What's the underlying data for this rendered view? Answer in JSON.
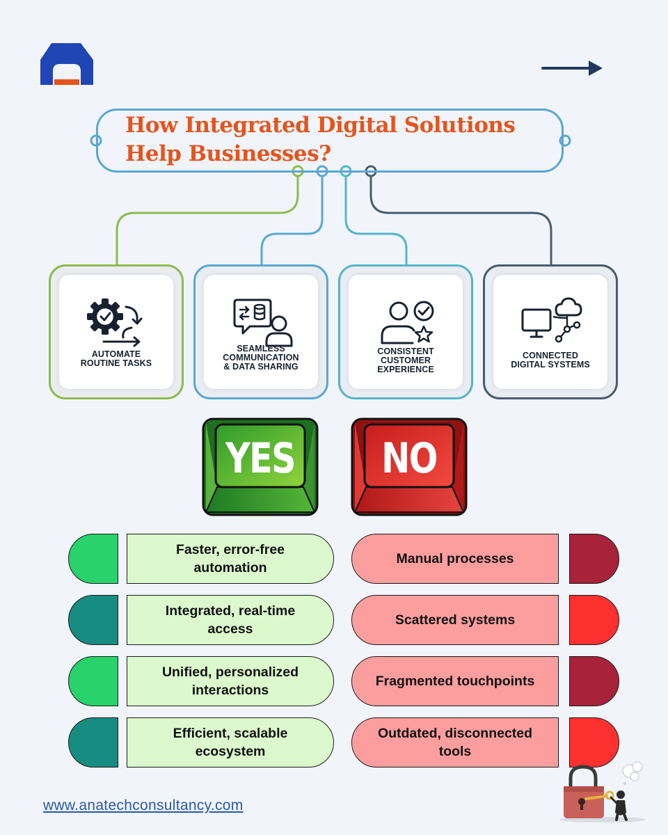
{
  "title": "How Integrated Digital Solutions Help Businesses?",
  "cards": [
    {
      "label": "AUTOMATE\nROUTINE TASKS",
      "icon": "gear-check-icon",
      "color": "#8dbb4e"
    },
    {
      "label": "SEAMLESS\nCOMMUNICATION\n& DATA SHARING",
      "icon": "chat-user-icon",
      "color": "#5aa7cf"
    },
    {
      "label": "CONSISTENT\nCUSTOMER\nEXPERIENCE",
      "icon": "user-star-icon",
      "color": "#55b5c8"
    },
    {
      "label": "CONNECTED\nDIGITAL SYSTEMS",
      "icon": "monitor-cloud-icon",
      "color": "#4a5b6e"
    }
  ],
  "keys": {
    "yes": "YES",
    "no": "NO"
  },
  "yes_items": [
    "Faster, error-free automation",
    "Integrated, real-time access",
    "Unified, personalized interactions",
    "Efficient, scalable ecosystem"
  ],
  "no_items": [
    "Manual processes",
    "Scattered systems",
    "Fragmented touchpoints",
    "Outdated, disconnected tools"
  ],
  "colors": {
    "accent": "#e5541d",
    "yes_cap_light": "#27d36a",
    "yes_cap_dark": "#178c80",
    "no_cap_dark": "#a8223a",
    "no_cap_light": "#ff3030"
  },
  "website": "www.anatechconsultancy.com"
}
